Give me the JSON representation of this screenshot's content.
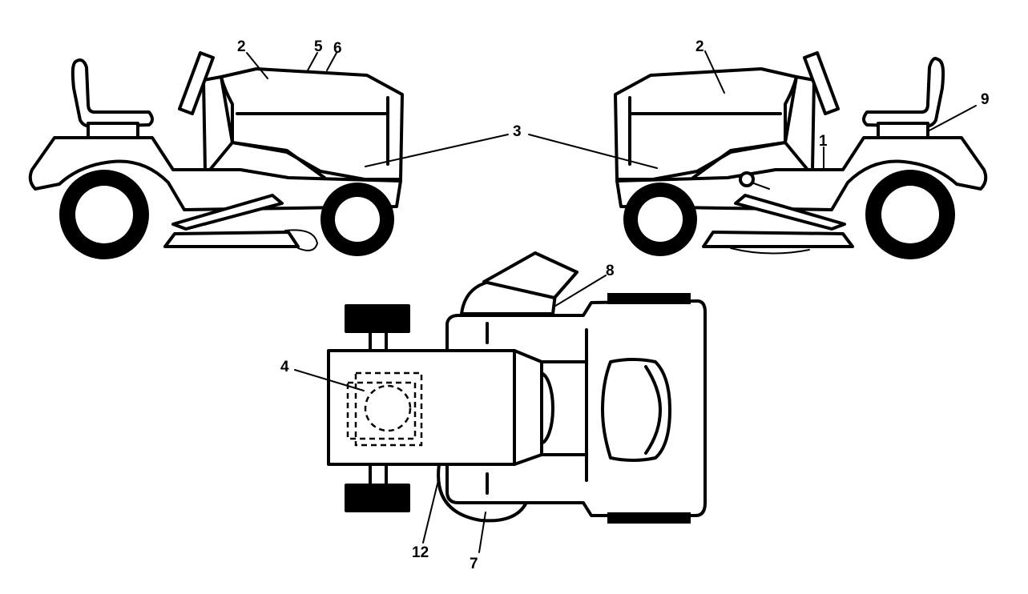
{
  "callouts": {
    "c1": "1",
    "c2_left": "2",
    "c2_right": "2",
    "c3": "3",
    "c4": "4",
    "c5": "5",
    "c6": "6",
    "c7": "7",
    "c8": "8",
    "c9": "9",
    "c12": "12"
  }
}
